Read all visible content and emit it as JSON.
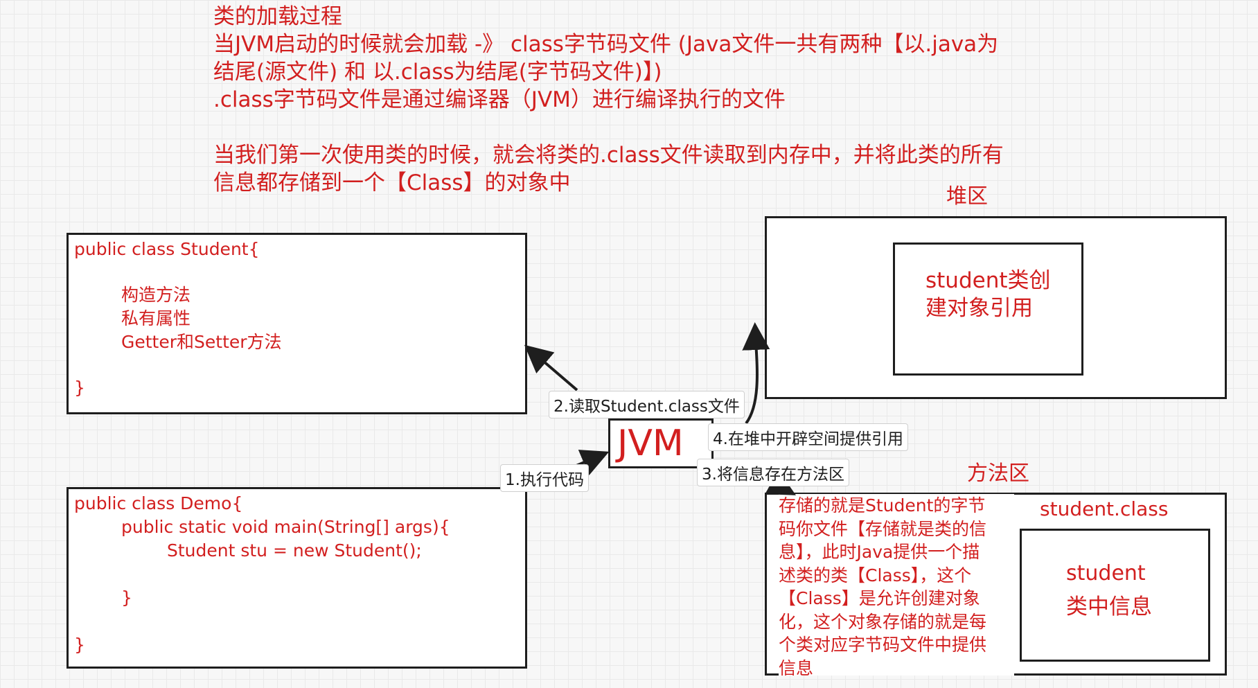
{
  "intro": {
    "line1": "类的加载过程",
    "line2": "当JVM启动的时候就会加载 -》 class字节码文件 (Java文件一共有两种【以.java为",
    "line3": "结尾(源文件) 和  以.class为结尾(字节码文件)】)",
    "line4": ".class字节码文件是通过编译器（JVM）进行编译执行的文件",
    "line5": "当我们第一次使用类的时候，就会将类的.class文件读取到内存中，并将此类的所有",
    "line6": "信息都存储到一个【Class】的对象中"
  },
  "student_box": {
    "header": "public class Student{",
    "item1": "构造方法",
    "item2": "私有属性",
    "item3": "Getter和Setter方法",
    "close": "}"
  },
  "demo_box": {
    "header": "public class Demo{",
    "main": "public static void main(String[] args){",
    "stmt": "Student stu = new Student();",
    "close_inner": "}",
    "close": "}"
  },
  "jvm": {
    "label": "JVM"
  },
  "heap": {
    "title": "堆区",
    "inner_line1": "student类创",
    "inner_line2": "建对象引用"
  },
  "method_area": {
    "title": "方法区",
    "class_label": "student.class",
    "desc_lines": [
      "存储的就是Student的字节",
      "码你文件【存储就是类的信",
      "息】，此时Java提供一个描",
      "述类的类【Class】，这个",
      "【Class】是允许创建对象",
      "化，这个对象存储的就是每",
      "个类对应字节码文件中提供",
      "信息"
    ],
    "inner_line1": "student",
    "inner_line2": "类中信息"
  },
  "steps": {
    "s1": "1.执行代码",
    "s2": "2.读取Student.class文件",
    "s3": "3.将信息存在方法区",
    "s4": "4.在堆中开辟空间提供引用"
  },
  "colors": {
    "text": "#d21f1f",
    "stroke": "#1e1e1e"
  }
}
